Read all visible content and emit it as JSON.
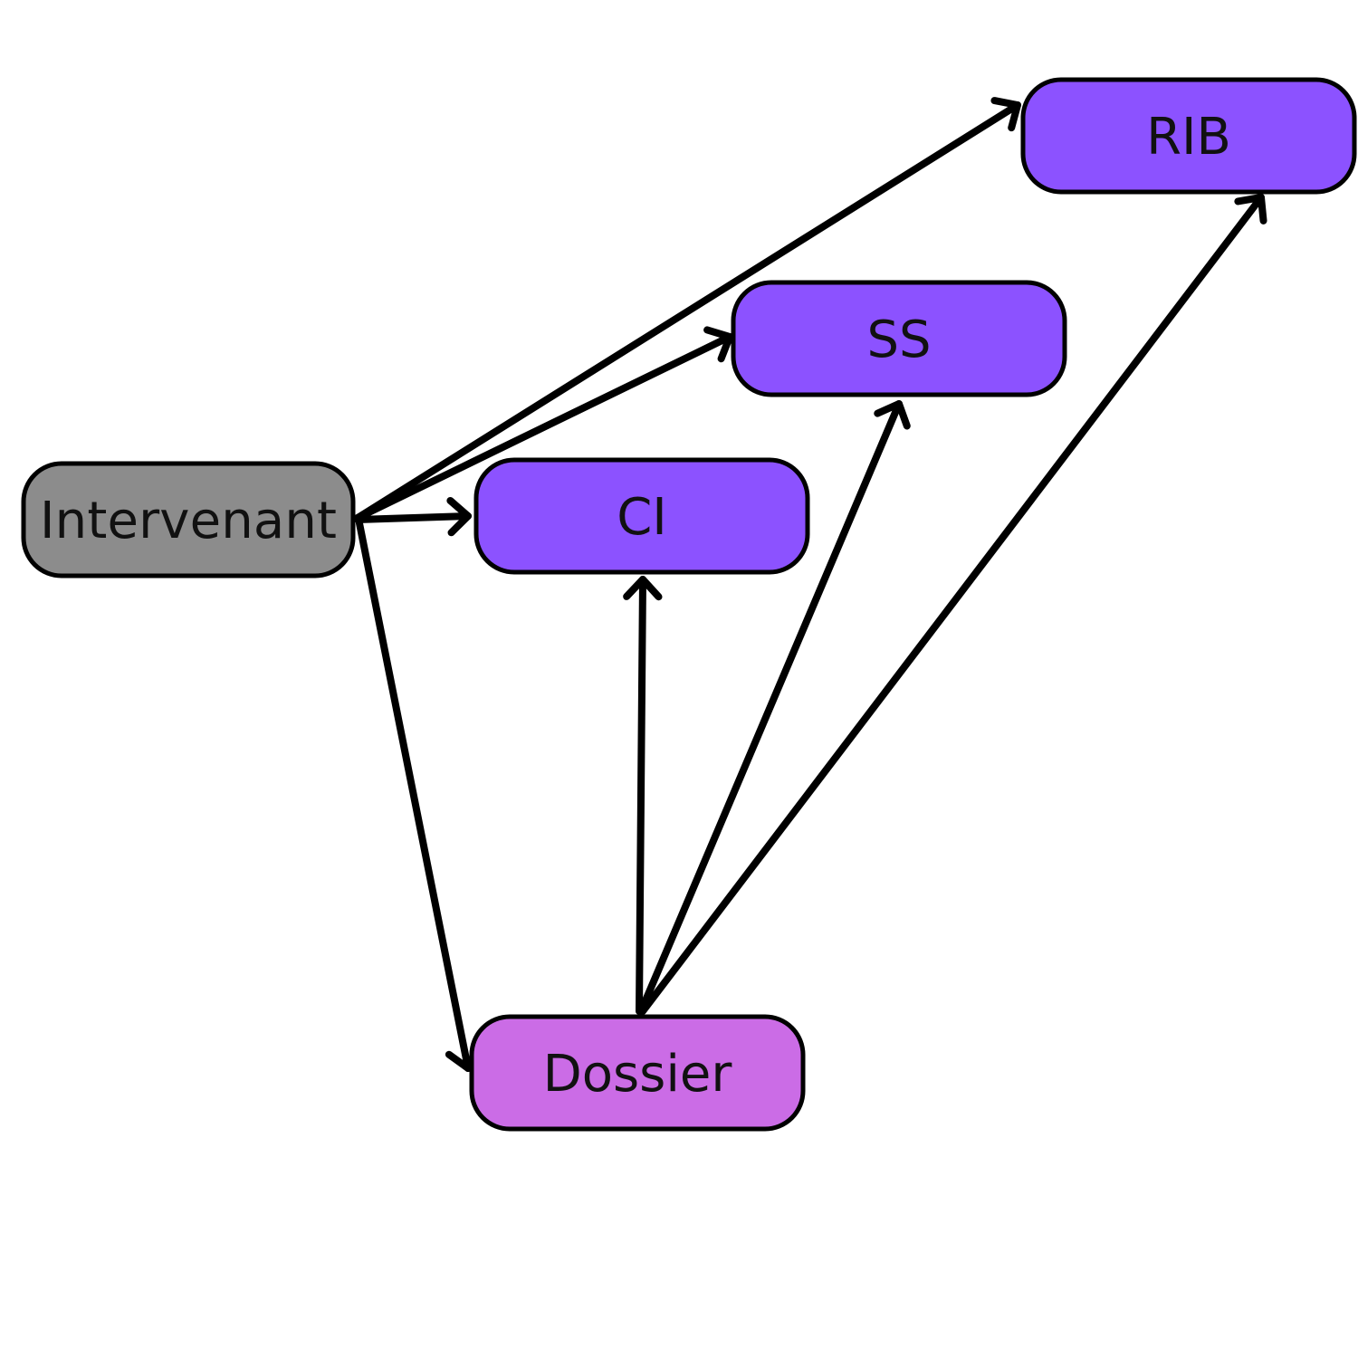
{
  "diagram": {
    "nodes": [
      {
        "id": "intervenant",
        "label": "Intervenant",
        "color": "#8c8c8c"
      },
      {
        "id": "ci",
        "label": "CI",
        "color": "#8c52ff"
      },
      {
        "id": "ss",
        "label": "SS",
        "color": "#8c52ff"
      },
      {
        "id": "rib",
        "label": "RIB",
        "color": "#8c52ff"
      },
      {
        "id": "dossier",
        "label": "Dossier",
        "color": "#cb6ce6"
      }
    ],
    "edges": [
      {
        "from": "intervenant",
        "to": "rib"
      },
      {
        "from": "intervenant",
        "to": "ss"
      },
      {
        "from": "intervenant",
        "to": "ci"
      },
      {
        "from": "intervenant",
        "to": "dossier"
      },
      {
        "from": "dossier",
        "to": "ci"
      },
      {
        "from": "dossier",
        "to": "ss"
      },
      {
        "from": "dossier",
        "to": "rib"
      }
    ]
  }
}
